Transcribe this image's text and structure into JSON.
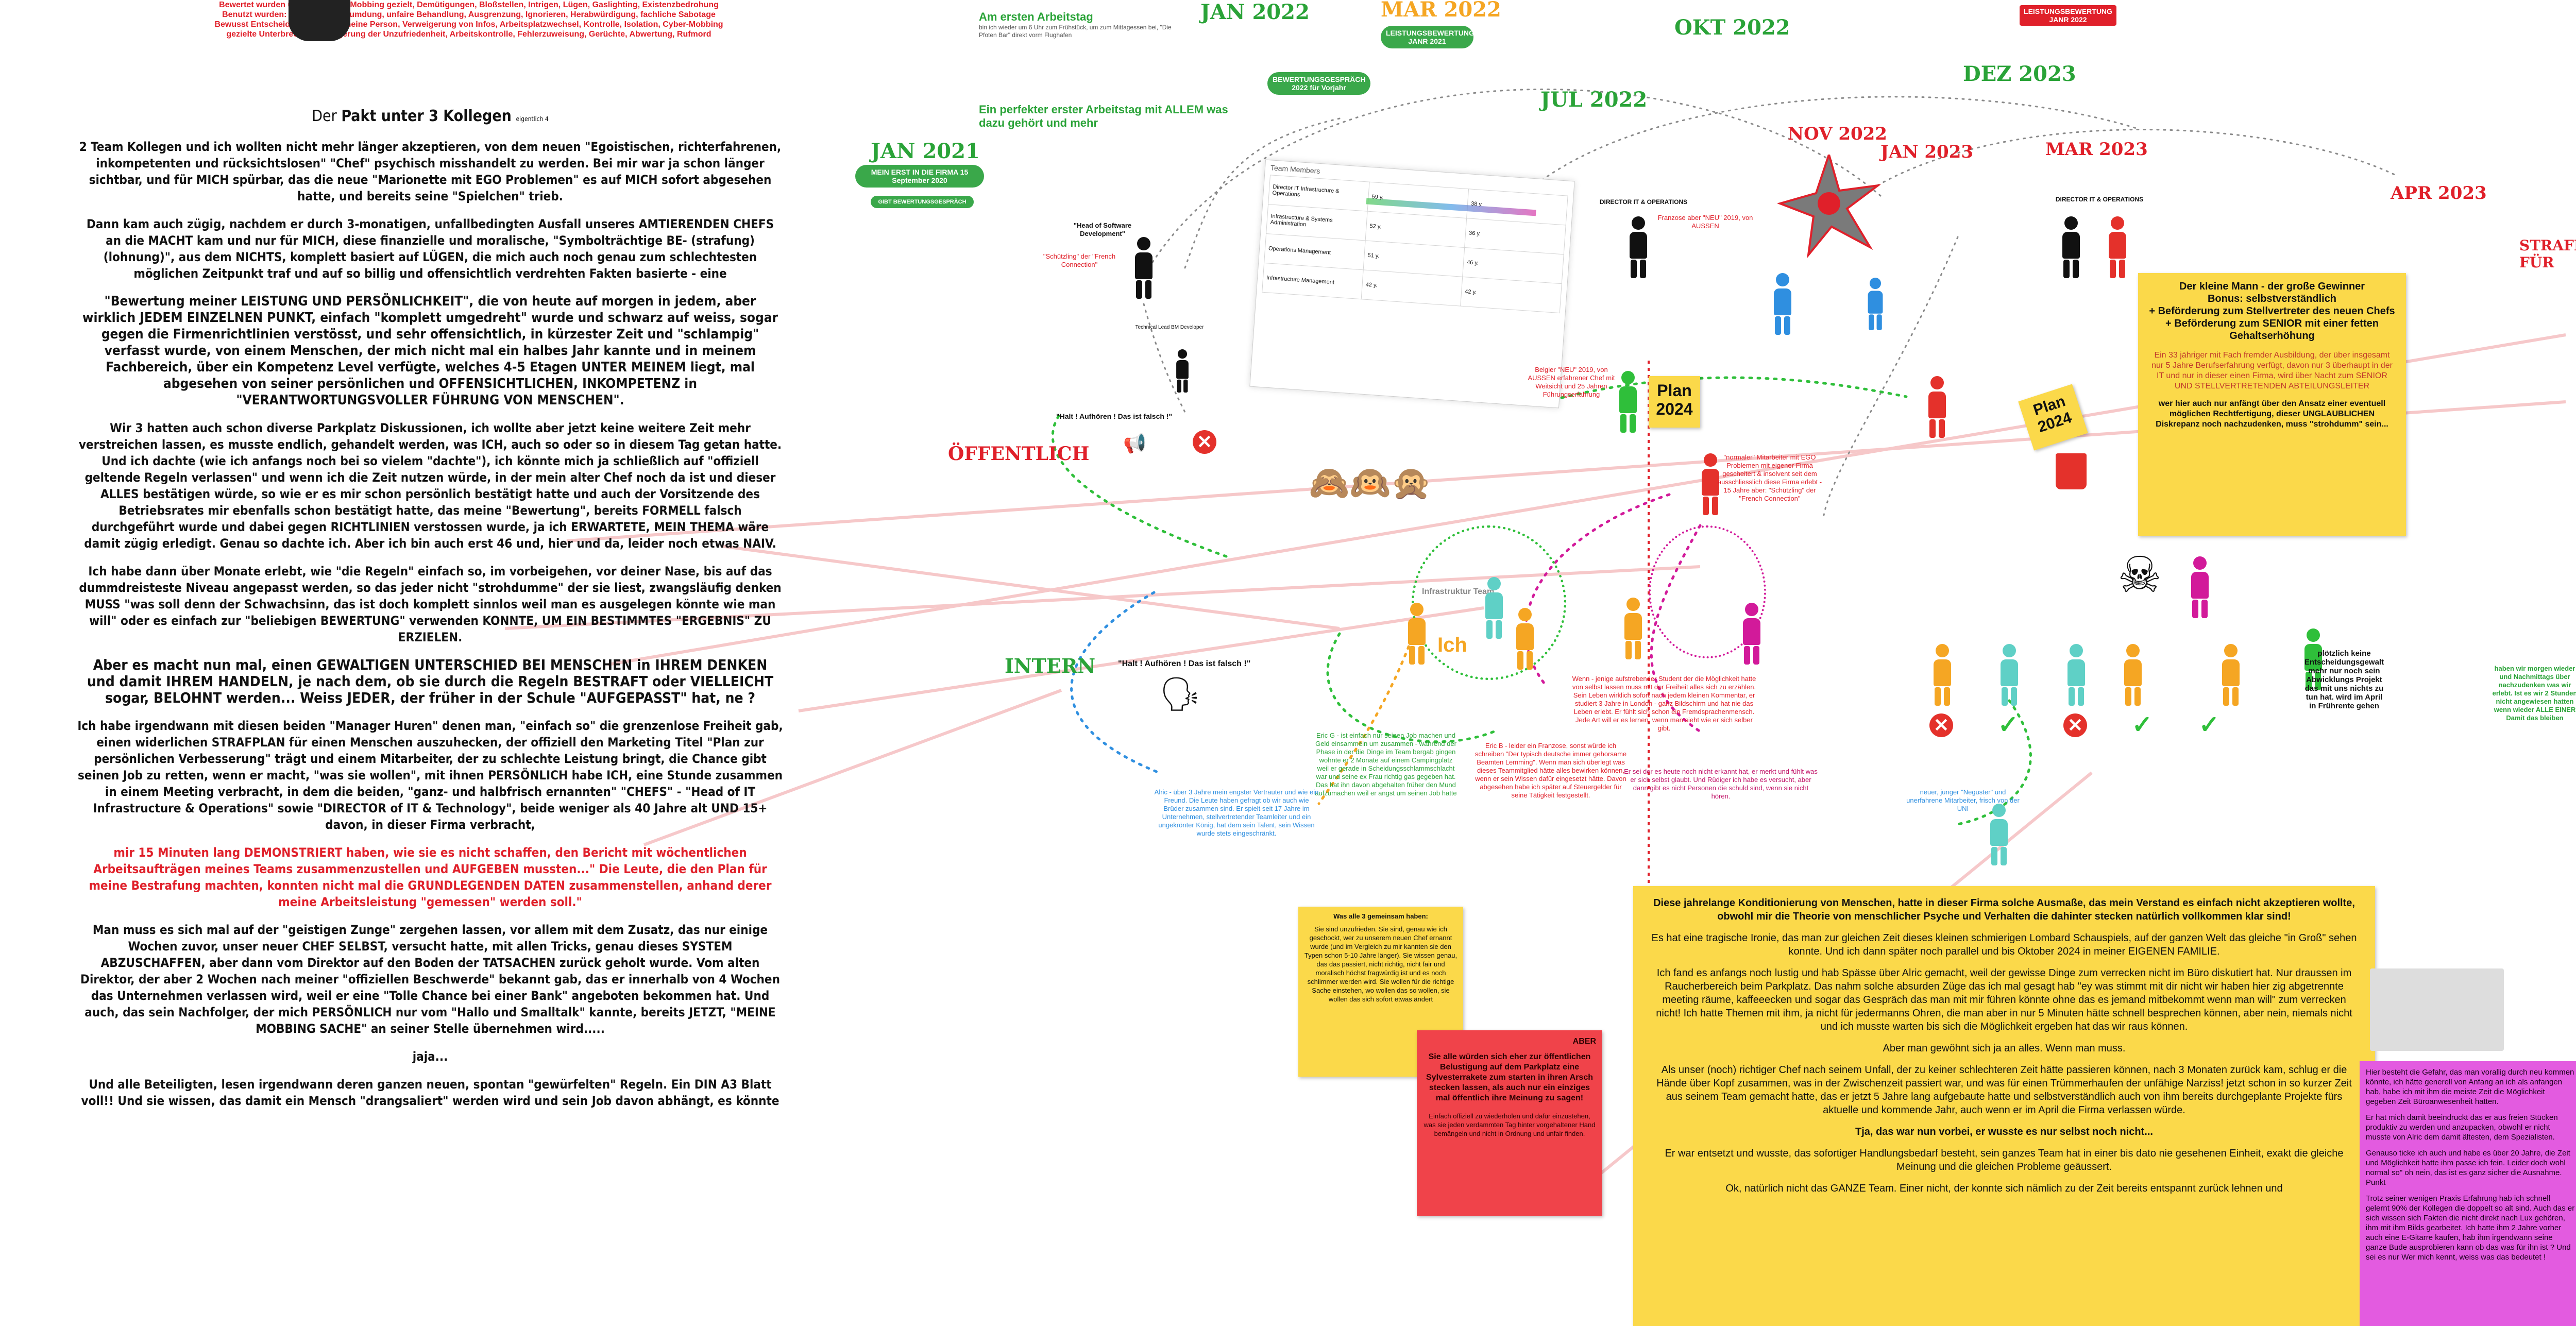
{
  "colors": {
    "red": "#e0202a",
    "green": "#2aa338",
    "blue": "#2f8fe0",
    "yellow": "#fbd94a",
    "magenta": "#e35be0"
  },
  "top_left_header": {
    "line1": "Bewertet wurden unter anderem: Mobbing gezielt, Demütigungen, Bloßstellen, Intrigen, Lügen, Gaslighting, Existenzbedrohung",
    "line2": "Benutzt wurden: Schikane, Verleumdung, unfaire Behandlung, Ausgrenzung, Ignorieren, Herabwürdigung, fachliche Sabotage",
    "line3": "Bewusst Entscheidungen gegen meine Person, Verweigerung von Infos, Arbeitsplatzwechsel, Kontrolle, Isolation, Cyber-Mobbing",
    "line4": "gezielte Unterbrechung, Steigerung der Unzufriedenheit, Arbeitskontrolle, Fehlerzuweisung, Gerüchte, Abwertung, Rufmord"
  },
  "left": {
    "title_prefix": "Der",
    "title_main": "Pakt unter 3 Kollegen",
    "title_suffix": "eigentlich 4",
    "p1": "2 Team Kollegen und ich wollten nicht mehr länger akzeptieren, von dem neuen \"Egoistischen, richterfahrenen, inkompetenten und rücksichtslosen\" \"Chef\" psychisch misshandelt zu werden. Bei mir war ja schon länger sichtbar, und für MICH spürbar, das die neue \"Marionette mit EGO Problemen\" es auf MICH sofort abgesehen hatte, und bereits seine \"Spielchen\" trieb.",
    "p2": "Dann kam auch zügig, nachdem er durch 3-monatigen, unfallbedingten Ausfall unseres AMTIERENDEN CHEFS an die MACHT kam und nur für MICH, diese finanzielle und moralische, \"Symbolträchtige BE- (strafung) (lohnung)\", aus dem NICHTS, komplett basiert auf LÜGEN, die mich auch noch genau zum schlechtesten möglichen Zeitpunkt traf und auf so billig und offensichtlich verdrehten Fakten basierte - eine",
    "p3": "\"Bewertung meiner LEISTUNG UND PERSÖNLICHKEIT\", die von heute auf morgen in jedem, aber wirklich JEDEM EINZELNEN PUNKT, einfach \"komplett umgedreht\" wurde und schwarz auf weiss, sogar gegen die Firmenrichtlinien verstösst, und sehr offensichtlich, in kürzester Zeit und \"schlampig\" verfasst wurde, von einem Menschen, der mich nicht mal ein halbes Jahr kannte und in meinem Fachbereich, über ein Kompetenz Level verfügte, welches 4-5 Etagen UNTER MEINEM liegt, mal abgesehen von seiner persönlichen und OFFENSICHTLICHEN, INKOMPETENZ in \"VERANTWORTUNGSVOLLER FÜHRUNG VON MENSCHEN\".",
    "p4": "Wir 3 hatten auch schon diverse Parkplatz Diskussionen, ich wollte aber jetzt keine weitere Zeit mehr verstreichen lassen, es musste endlich, gehandelt werden, was ICH, auch so oder so in diesem Tag getan hatte. Und ich dachte (wie ich anfangs noch bei so vielem \"dachte\"), ich könnte mich ja schließlich auf \"offiziell geltende Regeln verlassen\" und wenn ich die Zeit nutzen würde, in der mein alter Chef noch da ist und dieser ALLES bestätigen würde, so wie er es mir schon persönlich bestätigt hatte und auch der Vorsitzende des Betriebsrates mir ebenfalls schon bestätigt hatte, das meine \"Bewertung\", bereits FORMELL falsch durchgeführt wurde und dabei gegen RICHTLINIEN verstossen wurde, ja ich ERWARTETE, MEIN THEMA wäre damit zügig erledigt. Genau so dachte ich. Aber ich bin auch erst 46 und, hier und da, leider noch etwas NAIV.",
    "p5": "Ich habe dann über Monate erlebt, wie \"die Regeln\" einfach so, im vorbeigehen, vor deiner Nase, bis auf das dummdreisteste Niveau angepasst werden, so das jeder nicht \"strohdumme\" der sie liest, zwangsläufig denken MUSS \"was soll denn der Schwachsinn, das ist doch komplett sinnlos weil man es ausgelegen könnte wie man will\" oder es einfach zur \"beliebigen BEWERTUNG\" verwenden KONNTE, UM EIN BESTIMMTES \"ERGEBNIS\" ZU ERZIELEN.",
    "p6": "Aber es macht nun mal, einen GEWALTIGEN UNTERSCHIED BEI MENSCHEN in IHREM DENKEN und damit IHREM HANDELN, je nach dem, ob sie durch die Regeln BESTRAFT oder VIELLEICHT sogar, BELOHNT werden... Weiss JEDER, der früher in der Schule \"AUFGEPASST\" hat, ne ?",
    "p7": "Ich habe irgendwann mit diesen beiden \"Manager Huren\" denen man, \"einfach so\" die grenzenlose Freiheit gab, einen widerlichen STRAFPLAN für einen Menschen auszuhecken, der offiziell den Marketing Titel \"Plan zur persönlichen Verbesserung\" trägt und einem Mitarbeiter, der zu schlechte Leistung bringt, die Chance gibt seinen Job zu retten, wenn er macht, \"was sie wollen\", mit ihnen PERSÖNLICH habe ICH, eine Stunde zusammen in einem Meeting verbracht, in dem die beiden, \"ganz- und halbfrisch ernannten\" \"CHEFS\" - \"Head of IT Infrastructure & Operations\" sowie \"DIRECTOR of IT & Technology\", beide weniger als 40 Jahre alt UND 15+ davon, in dieser Firma verbracht,",
    "p8": "mir 15 Minuten lang DEMONSTRIERT haben, wie sie es nicht schaffen, den Bericht mit wöchentlichen Arbeitsaufträgen meines Teams zusammenzustellen und AUFGEBEN mussten...\" Die Leute, die den Plan für meine Bestrafung machten, konnten nicht mal die GRUNDLEGENDEN DATEN zusammenstellen, anhand derer meine Arbeitsleistung \"gemessen\" werden soll.\"",
    "p9": "Man muss es sich mal auf der \"geistigen Zunge\" zergehen lassen, vor allem mit dem Zusatz, das nur einige Wochen zuvor, unser neuer CHEF SELBST, versucht hatte, mit allen Tricks, genau dieses SYSTEM ABZUSCHAFFEN, aber dann vom Direktor auf den Boden der TATSACHEN zurück geholt wurde. Vom alten Direktor, der aber 2 Wochen nach meiner \"offiziellen Beschwerde\" bekannt gab, das er innerhalb von 4 Wochen das Unternehmen verlassen wird, weil er eine \"Tolle Chance bei einer Bank\" angeboten bekommen hat. Und auch, das sein Nachfolger, der mich PERSÖNLICH nur vom \"Hallo und Smalltalk\" kannte, bereits JETZT, \"MEINE MOBBING SACHE\" an seiner Stelle übernehmen wird.....",
    "p10": "jaja...",
    "p11": "Und alle Beteiligten, lesen irgendwann deren ganzen neuen, spontan \"gewürfelten\" Regeln. Ein DIN A3 Blatt voll!! Und sie wissen, das damit ein Mensch \"drangsaliert\" werden wird und sein Job davon abhängt, es könnte"
  },
  "timeline": {
    "jan2021": "JAN 2021",
    "jan2021_pill": "MEIN ERST IN DIE FIRMA 15 September 2020",
    "jan2021_pill2": "GIBT BEWERTUNGSGESPRÄCH",
    "jan2022": "JAN 2022",
    "mar2022": "MAR 2022",
    "mar2022_pill": "LEISTUNGSBEWERTUNG JANR 2021",
    "pill_2022": "BEWERTUNGSGESPRÄCH 2022 für Vorjahr",
    "okt2022": "OKT 2022",
    "jul2022": "JUL 2022",
    "nov2022": "NOV 2022",
    "dez2023": "DEZ 2023",
    "jan2023": "JAN 2023",
    "mar2023": "MAR 2023",
    "apr2023": "APR 2023",
    "leist_pill": "LEISTUNGSBEWERTUNG JANR 2022"
  },
  "labels": {
    "first_day": "Am ersten Arbeitstag",
    "first_day_sub": "bin ich wieder um 6 Uhr zum Frühstück, um zum Mittagessen bei, \"Die Pfoten Bar\" direkt vorm Flughafen",
    "perfect_day": "Ein perfekter erster Arbeitstag mit ALLEM was dazu gehört und mehr",
    "head_software": "\"Head of Software Development\"",
    "schuetzling": "\"Schützling\" der \"French Connection\"",
    "technical_lead": "Technical Lead BM Developer",
    "director_ops": "DIRECTOR IT & OPERATIONS",
    "franzose": "Franzose aber \"NEU\" 2019, von AUSSEN",
    "director_ops2": "DIRECTOR IT & OPERATIONS",
    "belgier": "Belgier \"NEU\" 2019, von AUSSEN erfahrener Chef mit Weitsicht und 25 Jahren Führungserfahrung",
    "normaler": "\"normaler\" Mitarbeiter mit EGO Problemen mit eigener Firma gescheitert & insolvent seit dem ausschliesslich diese Firma erlebt - 15 Jahre aber: \"Schützling\" der \"French Connection\"",
    "plan2024": "Plan 2024",
    "plan2024b": "Plan 2024",
    "oeffentlich": "ÖFFENTLICH",
    "intern": "INTERN",
    "halt1": "\"Halt ! Aufhören ! Das ist falsch !\"",
    "halt2": "\"Halt ! Aufhören ! Das ist falsch !\"",
    "infra_team": "Infrastruktur Team",
    "ich": "Ich",
    "team_members": "Team Members",
    "deputy": "plötzlich keine Entscheidungsgewalt mehr nur noch sein Abwicklungs Projekt das mit uns nichts zu tun hat. wird im April in Frührente gehen",
    "neue_junge": "neuer, junger \"Neguster\" und unerfahrene Mitarbeiter, frisch von der UNI"
  },
  "team_table": {
    "rows": [
      "Director IT Infrastructure & Operations",
      "Infrastructure & Systems Administration",
      "Operations Management",
      "Infrastructure Management"
    ],
    "ages": [
      "59 y.",
      "52 y.",
      "51 y.",
      "42 y.",
      "38 y.",
      "36 y.",
      "46 y.",
      "42 y."
    ]
  },
  "notes": {
    "winner_title": "Der kleine Mann - der große Gewinner",
    "winner_body1": "Bonus: selbstverständlich",
    "winner_body2": "+ Beförderung zum Stellvertreter des neuen Chefs",
    "winner_body3": "+ Beförderung zum SENIOR mit einer fetten Gehaltserhöhung",
    "winner_body4": "Ein 33 jähriger mit Fach fremder Ausbildung, der über insgesamt nur 5 Jahre Berufserfahrung verfügt, davon nur 3 überhaupt in der IT und nur in dieser einen Firma, wird über Nacht zum SENIOR UND STELLVERTRETENDEN ABTEILUNGSLEITER",
    "winner_body5": "wer hier auch nur anfängt über den Ansatz einer eventuell möglichen Rechtfertigung, dieser UNGLAUBLICHEN Diskrepanz noch nachzudenken, muss \"strohdumm\" sein...",
    "was_alle_title": "Was alle 3 gemeinsam haben:",
    "was_alle_body": "Sie sind unzufrieden. Sie sind, genau wie ich geschockt, wer zu unserem neuen Chef ernannt wurde (und im Vergleich zu mir kannten sie den Typen schon 5-10 Jahre länger). Sie wissen genau, das das passiert, nicht richtig, nicht fair und moralisch höchst fragwürdig ist und es noch schlimmer werden wird. Sie wollen für die richtige Sache einstehen, wo wollen das so wollen, sie wollen das sich sofort etwas ändert",
    "aber_title": "ABER",
    "aber_body": "Sie alle würden sich eher zur öffentlichen Belustigung auf dem Parkplatz eine Sylvesterrakete zum starten in ihren Arsch stecken lassen, als auch nur ein einziges mal öffentlich ihre Meinung zu sagen!",
    "aber_body2": "Einfach offiziell zu wiederholen und dafür einzustehen, was sie jeden verdammten Tag hinter vorgehaltener Hand bemängeln und nicht in Ordnung und unfair finden.",
    "big_p1": "Diese jahrelange Konditionierung von Menschen, hatte in dieser Firma solche Ausmaße, das mein Verstand es einfach nicht akzeptieren wollte, obwohl mir die Theorie von menschlicher Psyche und Verhalten die dahinter stecken natürlich vollkommen klar sind!",
    "big_p2": "Es hat eine tragische Ironie, das man zur gleichen Zeit dieses kleinen schmierigen Lombard Schauspiels, auf der ganzen Welt das gleiche \"in Groß\" sehen konnte. Und ich dann später noch parallel und bis Oktober 2024 in meiner EIGENEN FAMILIE.",
    "big_p3": "Ich fand es anfangs noch lustig und hab Spässe über Alric gemacht, weil der gewisse Dinge zum verrecken nicht im Büro diskutiert hat. Nur draussen im Raucherbereich beim Parkplatz. Das nahm solche absurden Züge das ich mal gesagt hab \"ey was stimmt mit dir nicht wir haben hier zig abgetrennte meeting räume, kaffeeecken und sogar das Gespräch das man mit mir führen könnte ohne das es jemand mitbekommt wenn man will\" zum verrecken nicht! Ich hatte Themen mit ihm, ja nicht für jedermanns Ohren, die man aber in nur 5 Minuten hätte schnell besprechen können, aber nein, niemals nicht und ich musste warten bis sich die Möglichkeit ergeben hat das wir raus können.",
    "big_p4": "Aber man gewöhnt sich ja an alles. Wenn man muss.",
    "big_p5": "Als unser (noch) richtiger Chef nach seinem Unfall, der zu keiner schlechteren Zeit hätte passieren können, nach 3 Monaten zurück kam, schlug er die Hände über Kopf zusammen, was in der Zwischenzeit passiert war, und was für einen Trümmerhaufen der unfähige Narziss! jetzt schon in so kurzer Zeit aus seinem Team gemacht hatte, das er jetzt 5 Jahre lang aufgebaute hatte und selbstverständlich auch von ihm bereits durchgeplante Projekte fürs aktuelle und kommende Jahr, auch wenn er im April die Firma verlassen würde.",
    "big_p6": "Tja, das war nun vorbei, er wusste es nur selbst noch nicht...",
    "big_p7": "Er war entsetzt und wusste, das sofortiger Handlungsbedarf besteht, sein ganzes Team hat in einer bis dato nie gesehenen Einheit, exakt die gleiche Meinung und die gleichen Probleme geäussert.",
    "big_p8": "Ok, natürlich nicht das GANZE Team. Einer nicht, der konnte sich nämlich zu der Zeit bereits entspannt zurück lehnen und",
    "magenta_p1": "Hier besteht die Gefahr, das man vorallig durch neu kommen könnte, ich hätte generell von Anfang an ich als anfangen hab, habe ich mit ihm die meiste Zeit die Möglichkeit gegeben Zeit Büroanwesenheit hatten.",
    "magenta_p2": "Er hat mich damit beeindruckt das er aus freien Stücken produktiv zu werden und anzupacken, obwohl er nicht musste von Alric dem damit ältesten, dem Spezialisten.",
    "magenta_p3": "Genauso ticke ich auch und habe es über 20 Jahre, die Zeit und Möglichkeit hatte ihm passe ich fein. Leider doch wohl normal so\" oh nein, das ist es ganz sicher die Ausnahme. Punkt",
    "magenta_p4": "Trotz seiner wenigen Praxis Erfahrung hab ich schnell gelernt 90% der Kollegen die doppelt so alt sind. Auch das er sich wissen sich Fakten die nicht direkt nach Lux gehören, ihm mit ihm Bilds gearbeitet. Ich hatte ihm 2 Jahre vorher auch eine E-Gitarre kaufen, hab ihm irgendwann seine ganze Bude ausprobieren kann ob das was für ihn ist ? Und sei es nur Wer mich kennt, weiss was das bedeutet !",
    "right_strafe": "STRAFE FÜR",
    "right_strafe_sub": "haben wir morgen wieder und Nachmittags über nachzudenken was wir erlebt. Ist es wir 2 Stunden nicht angewiesen hatten wenn wieder ALLE EINER Damit das bleiben"
  },
  "gossip": {
    "g1": "Wenn - jenige aufstrebender Student der die Möglichkeit hatte von selbst lassen muss mit der Freiheit alles sich zu erzählen. Sein Leben wirklich sofort nach jedem kleinen Kommentar, er studiert 3 Jahre in London - ganz Bildschirm und hat nie das Leben erlebt. Er fühlt sich schon ein Fremdsprachenmensch. Jede Art will er es lernen, wenn man sieht wie er sich selber gibt.",
    "g2": "Eric B - leider ein Franzose, sonst würde ich schreiben \"Der typisch deutsche immer gehorsame Beamten Lemming\". Wenn man sich überlegt was dieses Teammitglied hätte alles bewirken können, wenn er sein Wissen dafür eingesetzt hätte. Davon abgesehen habe ich später auf Steuergelder für seine Tätigkeit festgestellt.",
    "g3": "Eric G - ist einfach nur seinen Job machen und Geld einsammeln um zusammen - während der Phase in der die Dinge im Team bergab gingen wohnte er 2 Monate auf einem Campingplatz weil er gerade in Scheidungsschlammschlacht war und seine ex Frau richtig gas gegeben hat. Das hat ihn davon abgehalten früher den Mund aufzumachen weil er angst um seinen Job hatte",
    "g4": "Alric - über 3 Jahre mein engster Vertrauter und wie ein Freund. Die Leute haben gefragt ob wir auch wie Brüder zusammen sind. Er spielt seit 17 Jahre im Unternehmen, stellvertretender Teamleiter und ein ungekrönter König, hat dem sein Talent, sein Wissen wurde stets eingeschränkt.",
    "g5": "Er sei der es heute noch nicht erkannt hat, er merkt und fühlt was er sich selbst glaubt. Und Rüdiger ich habe es versucht, aber dann gibt es nicht Personen die schuld sind, wenn sie nicht hören."
  },
  "table_icons": [
    "x",
    "check",
    "x",
    "check",
    "check"
  ]
}
